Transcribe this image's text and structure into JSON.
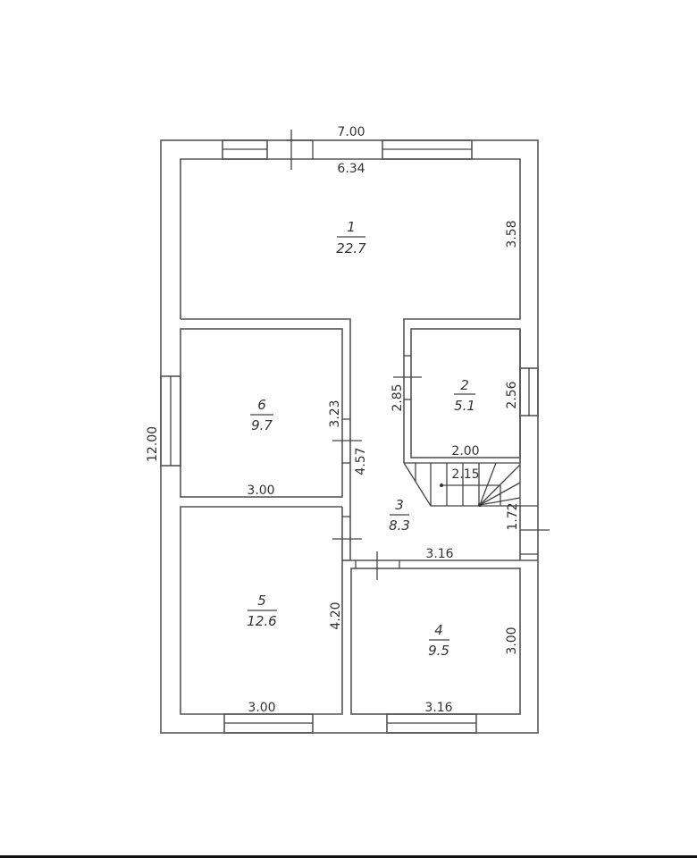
{
  "plan": {
    "overall_width": "7.00",
    "overall_length": "12.00",
    "dimensions": {
      "room1_width": "6.34",
      "room1_depth": "3.58",
      "room2_height": "2.85",
      "room2_depth": "2.56",
      "room2_width": "2.00",
      "stair_width": "2.15",
      "stair_depth": "1.72",
      "room6_depth": "3.23",
      "corridor_length": "4.57",
      "room6_width": "3.00",
      "corridor_width": "3.16",
      "room5_depth": "4.20",
      "room5_width": "3.00",
      "room4_depth": "3.00",
      "room4_width": "3.16"
    },
    "rooms": [
      {
        "number": "1",
        "area": "22.7"
      },
      {
        "number": "2",
        "area": "5.1"
      },
      {
        "number": "3",
        "area": "8.3"
      },
      {
        "number": "4",
        "area": "9.5"
      },
      {
        "number": "5",
        "area": "12.6"
      },
      {
        "number": "6",
        "area": "9.7"
      }
    ]
  }
}
